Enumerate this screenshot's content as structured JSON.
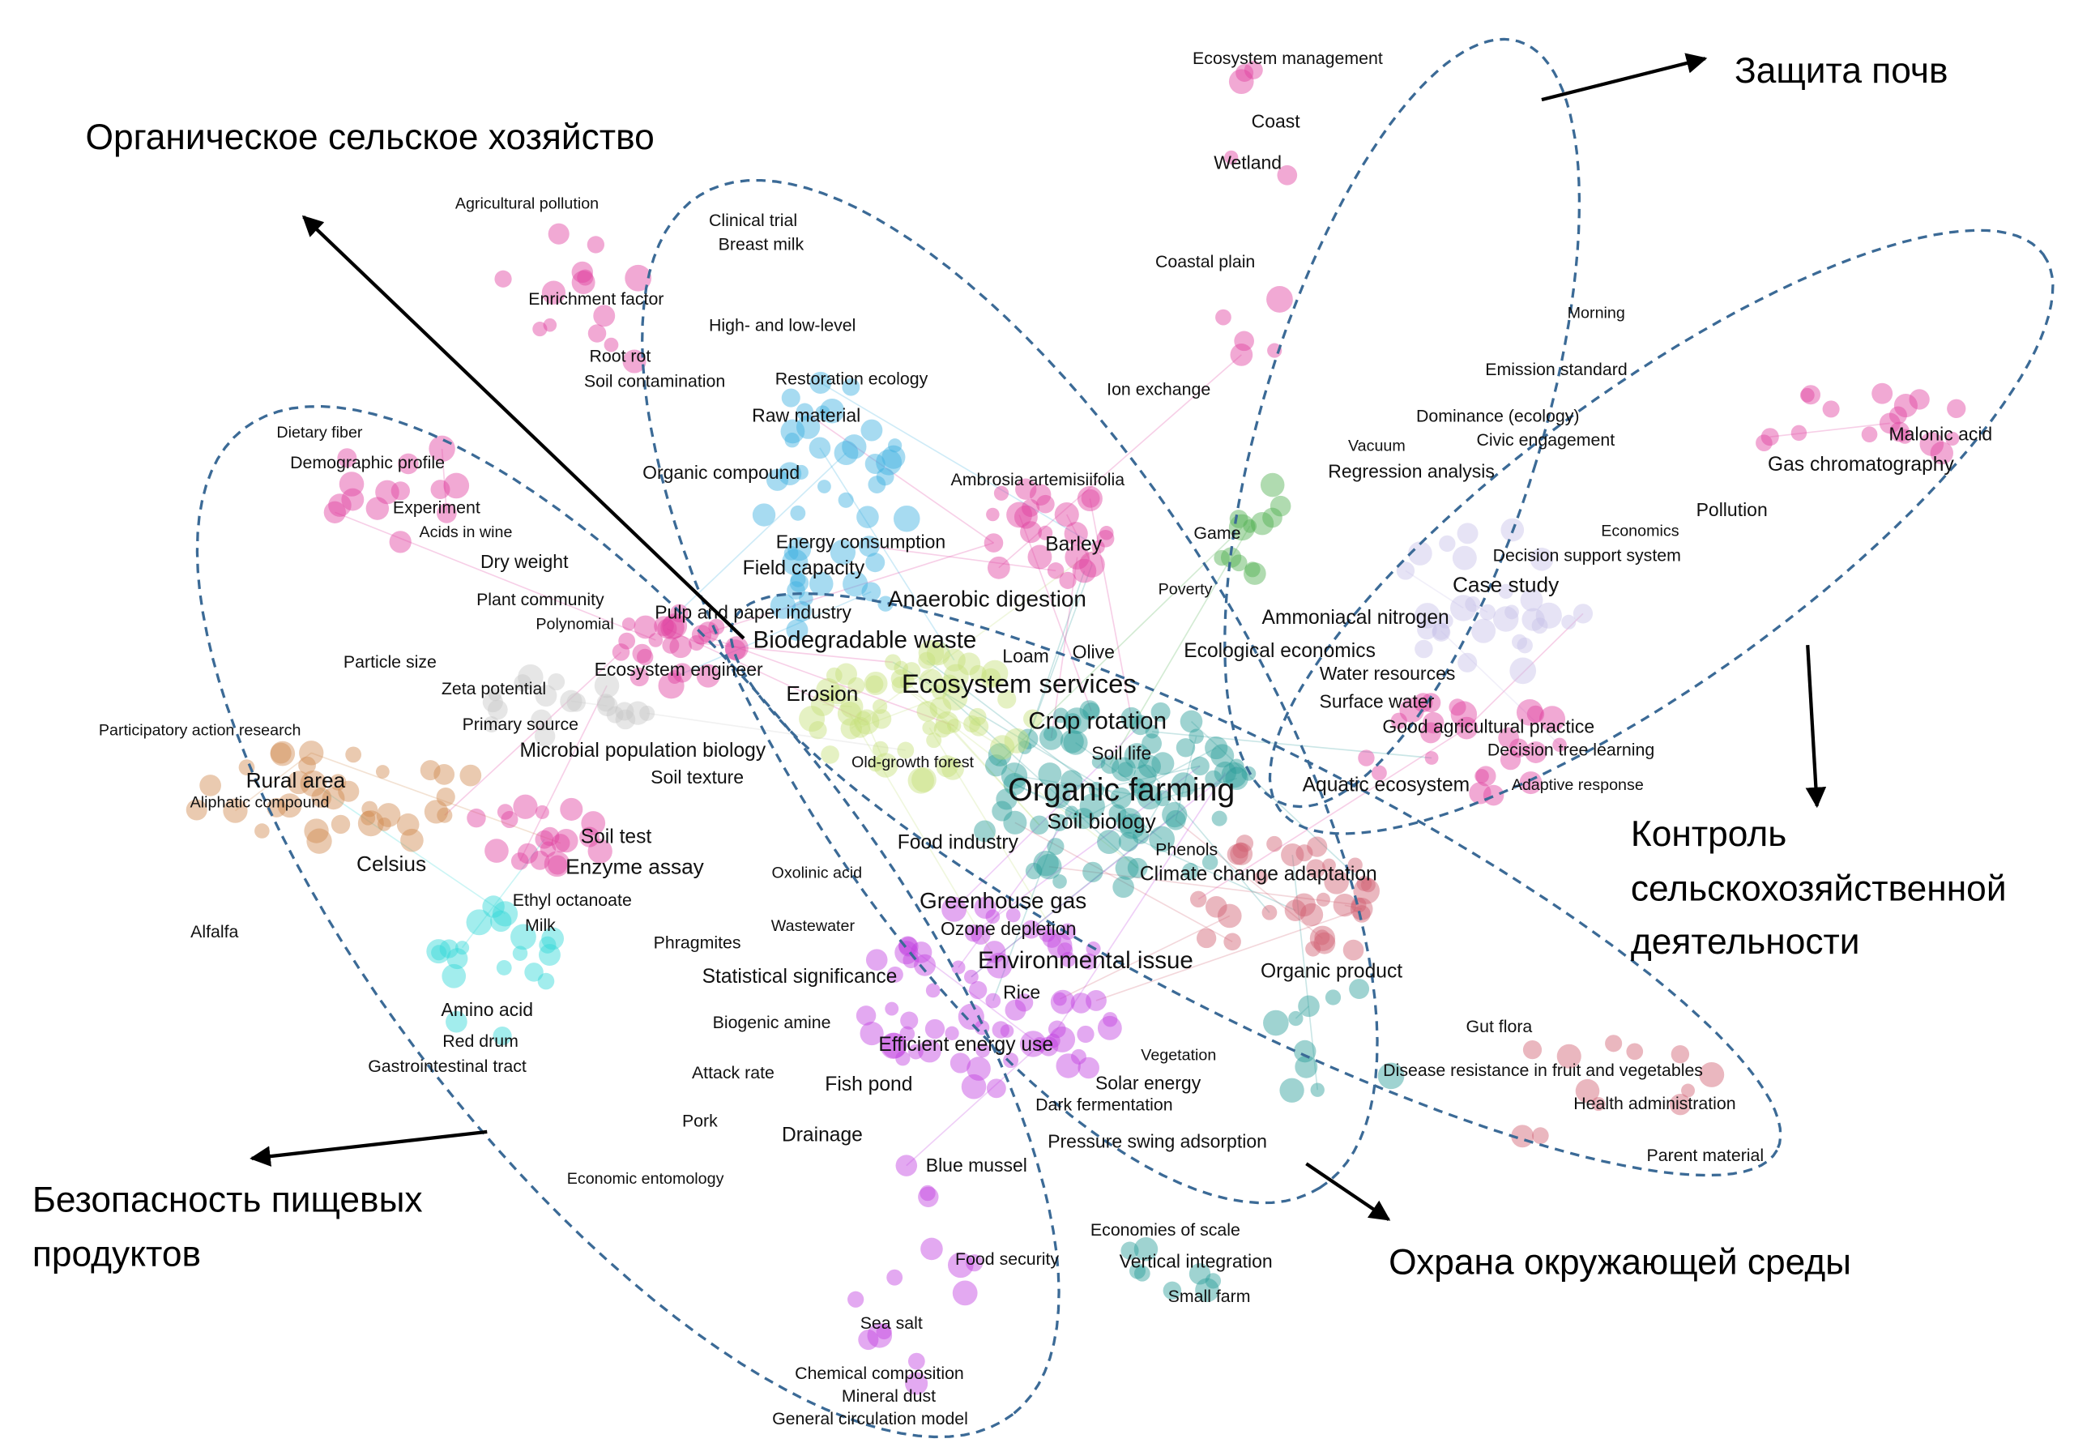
{
  "cluster_titles": {
    "soil_protection": "Защита почв",
    "organic_agriculture": "Органическое сельское хозяйство",
    "activity_control": [
      "Контроль",
      "сельскохозяйственной",
      "деятельности"
    ],
    "food_safety": [
      "Безопасность пищевых",
      "продуктов"
    ],
    "environment_protection": "Охрана окружающей среды"
  },
  "colors": {
    "ellipse": "#3b6a96",
    "blue": "#3bb0e0",
    "pink": "#e040a0",
    "teal": "#2a9d9a",
    "lime": "#c5e07a",
    "purple": "#c040e0",
    "orange": "#d08a50",
    "cyan": "#30d8d8",
    "lavender": "#c8c0e8",
    "rose": "#d06070",
    "grey": "#c8c8c8",
    "green": "#50b050"
  },
  "keywords": [
    "Ecosystem management",
    "Coast",
    "Wetland",
    "Coastal plain",
    "Ion exchange",
    "Agricultural pollution",
    "Clinical trial",
    "Breast milk",
    "Enrichment factor",
    "High- and low-level",
    "Root rot",
    "Soil contamination",
    "Restoration ecology",
    "Raw material",
    "Dietary fiber",
    "Demographic profile",
    "Organic compound",
    "Ambrosia artemisiifolia",
    "Experiment",
    "Acids in wine",
    "Dry weight",
    "Energy consumption",
    "Field capacity",
    "Barley",
    "Game",
    "Poverty",
    "Plant community",
    "Polynomial",
    "Pulp and paper industry",
    "Anaerobic digestion",
    "Biodegradable waste",
    "Ammoniacal nitrogen",
    "Loam",
    "Olive",
    "Ecological economics",
    "Particle size",
    "Ecosystem engineer",
    "Zeta potential",
    "Erosion",
    "Ecosystem services",
    "Primary source",
    "Crop rotation",
    "Participatory action research",
    "Microbial population biology",
    "Soil life",
    "Old-growth forest",
    "Rural area",
    "Soil texture",
    "Organic farming",
    "Aliphatic compound",
    "Soil biology",
    "Soil test",
    "Food industry",
    "Phenols",
    "Celsius",
    "Enzyme assay",
    "Oxolinic acid",
    "Climate change adaptation",
    "Ethyl octanoate",
    "Greenhouse gas",
    "Milk",
    "Wastewater",
    "Ozone depletion",
    "Alfalfa",
    "Phragmites",
    "Environmental issue",
    "Organic product",
    "Statistical significance",
    "Rice",
    "Amino acid",
    "Biogenic amine",
    "Gut flora",
    "Red drum",
    "Efficient energy use",
    "Vegetation",
    "Gastrointestinal tract",
    "Disease resistance in fruit and vegetables",
    "Attack rate",
    "Solar energy",
    "Fish pond",
    "Dark fermentation",
    "Health administration",
    "Pork",
    "Drainage",
    "Pressure swing adsorption",
    "Parent material",
    "Blue mussel",
    "Economic entomology",
    "Economies of scale",
    "Food security",
    "Vertical integration",
    "Small farm",
    "Sea salt",
    "Chemical composition",
    "Mineral dust",
    "General circulation model",
    "Morning",
    "Emission standard",
    "Dominance (ecology)",
    "Vacuum",
    "Civic engagement",
    "Regression analysis",
    "Malonic acid",
    "Gas chromatography",
    "Pollution",
    "Economics",
    "Decision support system",
    "Case study",
    "Water resources",
    "Surface water",
    "Good agricultural practice",
    "Decision tree learning",
    "Aquatic ecosystem",
    "Adaptive response"
  ]
}
